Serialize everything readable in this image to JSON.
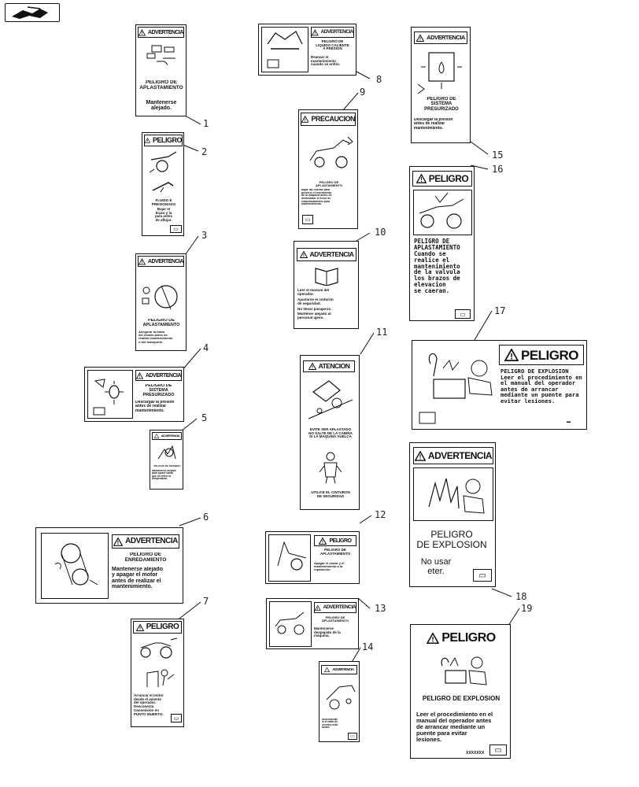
{
  "callouts": [
    "1",
    "2",
    "3",
    "4",
    "5",
    "6",
    "7",
    "8",
    "9",
    "10",
    "11",
    "12",
    "13",
    "14",
    "15",
    "16",
    "17",
    "18",
    "19"
  ],
  "decals": {
    "d1": {
      "header": "ADVERTENCIA",
      "title": "PELIGRO DE\nAPLASTAMIENTO",
      "body": "Mantenerse\nalejado."
    },
    "d2": {
      "header": "PELIGRO",
      "title": "FLUIDO E\nPRESIONADO",
      "body": "Bajar el\nbrazo y la\npala antes\nde aflojar."
    },
    "d3": {
      "header": "ADVERTENCIA",
      "title": "PELIGRO DE\nAPLASTAMIENTO",
      "body": "Asegurar la traba\ndel chasis antes de\nrealizar mantenimiento\no del transporte."
    },
    "d4": {
      "header": "ADVERTENCIA",
      "title": "PELIGRO DE\nSISTEMA\nPRESURIZADO",
      "body": "Descargar la presión\nantes de realizar\nmantenimiento."
    },
    "d5": {
      "header": "ADVERTENCIA",
      "title": "PELIGRO DE INCENDIO",
      "body": "Mantenerse alejado\npara ajuste hasta\nque se enfríe la\ntemperatura."
    },
    "d6": {
      "header": "ADVERTENCIA",
      "title": "PELIGRO DE\nENREDAMIENTO",
      "body": "Mantenerse alejado\ny apagar el motor\nantes de realizar el\nmantenimiento."
    },
    "d7": {
      "header": "PELIGRO",
      "body": "Arrancar el motor\ndesde el asiento\ndel operador.\nDesconecta\ntransmisión en\nPUNTO MUERTO."
    },
    "d8": {
      "header": "ADVERTENCIA",
      "title": "PELIGRO DE\nLIQUIDO CALIENTE\nA PRESION",
      "body": "Realizar el\nmantenimiento\ncuando se enfríe."
    },
    "d9": {
      "header": "PRECAUCION",
      "title": "PELIGRO DE\nAPLASTAMIENTO",
      "body": "Bajar las cuchas para\nprevenir el movimiento\nde la máquina antes de\ndesinstalar el freno de\nestacionamiento para\nmantenimiento."
    },
    "d10": {
      "header": "ADVERTENCIA",
      "items": [
        "Leer el manual del\noperador.",
        "Ajustarse el cinturón\nde seguridad.",
        "No llevar pasajeros.",
        "Mantener alejado al\npersonal ajeno."
      ]
    },
    "d11": {
      "header": "ATENCION",
      "body1": "EVITE SER APLASTADO\nNO SALTE DE LA CABINA\nSI LA MAQUINA VUELCA",
      "body2": "UTILICE EL CINTURON\nDE SEGURIDAD"
    },
    "d12": {
      "header": "PELIGRO",
      "title": "PELIGRO DE\nAPLASTAMIENTO",
      "body": "Apagar el motor y el\nmantenimiento a la\nreparación."
    },
    "d13": {
      "header": "ADVERTENCIA",
      "title": "PELIGRO DE\nAPLASTAMIENTO",
      "body": "Mantenerse\ndespejado de la\nmáquina."
    },
    "d14": {
      "header": "ADVERTENCIA",
      "body": "Desconectar\nsi el radio de\nservicio está\nactivo."
    },
    "d15": {
      "header": "ADVERTENCIA",
      "title": "PELIGRO DE\nSISTEMA\nPRESURIZADO",
      "body": "Descargar la presión\nantes de realizar\nmantenimiento."
    },
    "d16": {
      "header": "PELIGRO",
      "body": "PELIGRO DE\nAPLASTAMIENTO\nCuando se\nrealice el\nmantenimiento\nde la valvula\nlos brazos de\nelevacion\nse caeran."
    },
    "d17": {
      "header": "PELIGRO",
      "body": "PELIGRO DE EXPLOSION\nLeer el procedimiento en\nel manual del operador\nantes de arrancar\nmediante un puente para\nevitar lesiones."
    },
    "d18": {
      "header": "ADVERTENCIA",
      "title": "PELIGRO\nDE EXPLOSION",
      "body": "No usar\neter."
    },
    "d19": {
      "header": "PELIGRO",
      "title": "PELIGRO DE EXPLOSION",
      "body": "Leer el procedimiento en el\nmanual del operador antes\nde arrancar mediante un\npuente para evitar\nlesiones.",
      "code": "XXXXXXX"
    }
  }
}
